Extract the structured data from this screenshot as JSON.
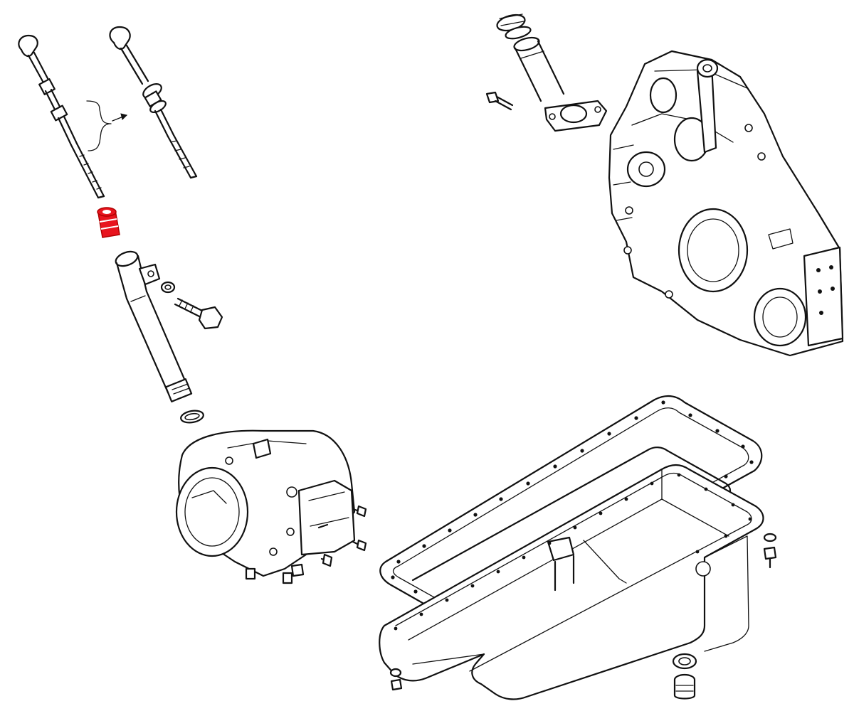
{
  "diagram": {
    "style": "monochrome exploded parts line drawing",
    "line_color": "#111111",
    "background_color": "#ffffff",
    "highlight_color": "#e8141e",
    "highlighted_part": "dipstick-tube-plug",
    "parts": [
      "dipstick-short",
      "dipstick-long",
      "conversion-bracket",
      "dipstick-tube-plug",
      "dipstick-tube",
      "tube-washer",
      "tube-bolt",
      "tube-o-ring",
      "oil-filler-tube",
      "filler-cap",
      "filler-bolt",
      "gear-cover",
      "flywheel-housing",
      "oil-pan-gasket",
      "oil-pan",
      "drain-plug",
      "drain-washer",
      "pan-bolts"
    ]
  }
}
